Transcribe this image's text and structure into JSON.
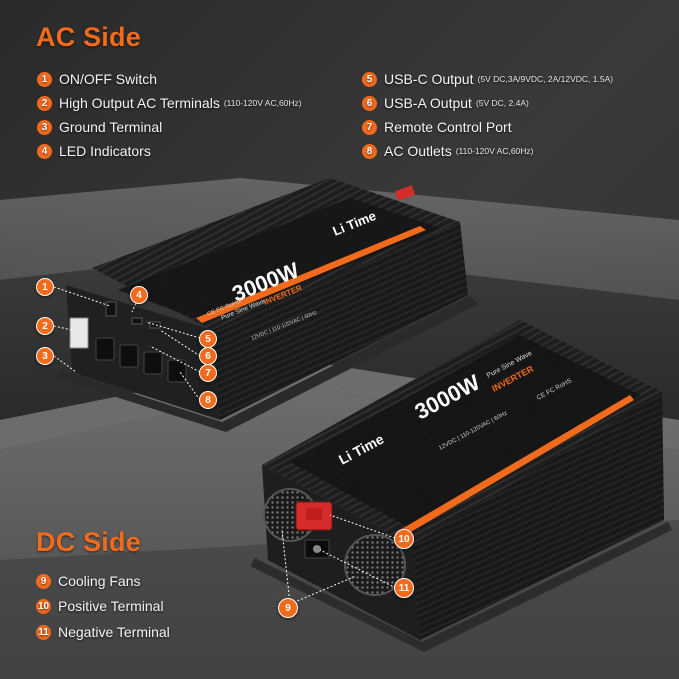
{
  "ac_side": {
    "title": "AC Side",
    "items": [
      {
        "num": "1",
        "label": "ON/OFF Switch",
        "detail": ""
      },
      {
        "num": "2",
        "label": "High Output AC Terminals",
        "detail": "(110-120V AC,60Hz)"
      },
      {
        "num": "3",
        "label": "Ground Terminal",
        "detail": ""
      },
      {
        "num": "4",
        "label": "LED Indicators",
        "detail": ""
      },
      {
        "num": "5",
        "label": "USB-C Output",
        "detail": "(5V DC,3A/9VDC, 2A/12VDC, 1.5A)"
      },
      {
        "num": "6",
        "label": "USB-A Output",
        "detail": "(5V DC, 2.4A)"
      },
      {
        "num": "7",
        "label": "Remote Control Port",
        "detail": ""
      },
      {
        "num": "8",
        "label": "AC Outlets",
        "detail": "(110-120V AC,60Hz)"
      }
    ]
  },
  "dc_side": {
    "title": "DC Side",
    "items": [
      {
        "num": "9",
        "label": "Cooling Fans",
        "detail": ""
      },
      {
        "num": "10",
        "label": "Positive Terminal",
        "detail": ""
      },
      {
        "num": "11",
        "label": "Negative Terminal",
        "detail": ""
      }
    ]
  },
  "product": {
    "brand_top": "Li Time",
    "brand_bottom": "Li Time",
    "power_top": "3000W",
    "power_bottom": "3000W",
    "subtitle_top": "Pure Sine Wave",
    "subtitle_bottom": "Pure Sine Wave",
    "type_top": "INVERTER",
    "type_bottom": "INVERTER",
    "specs_top": "12VDC | 110-120VAC | 60Hz",
    "specs_bottom": "12VDC | 110-120VAC | 60Hz",
    "certs_top": "CE FC RoHS",
    "certs_bottom": "CE FC RoHS"
  },
  "callouts": {
    "c1": "1",
    "c2": "2",
    "c3": "3",
    "c4": "4",
    "c5": "5",
    "c6": "6",
    "c7": "7",
    "c8": "8",
    "c9": "9",
    "c10": "10",
    "c11": "11"
  },
  "colors": {
    "accent": "#f26b1d",
    "body": "#1b1b1b",
    "text": "#f4f4f4",
    "terminal": "#d42b2b"
  }
}
